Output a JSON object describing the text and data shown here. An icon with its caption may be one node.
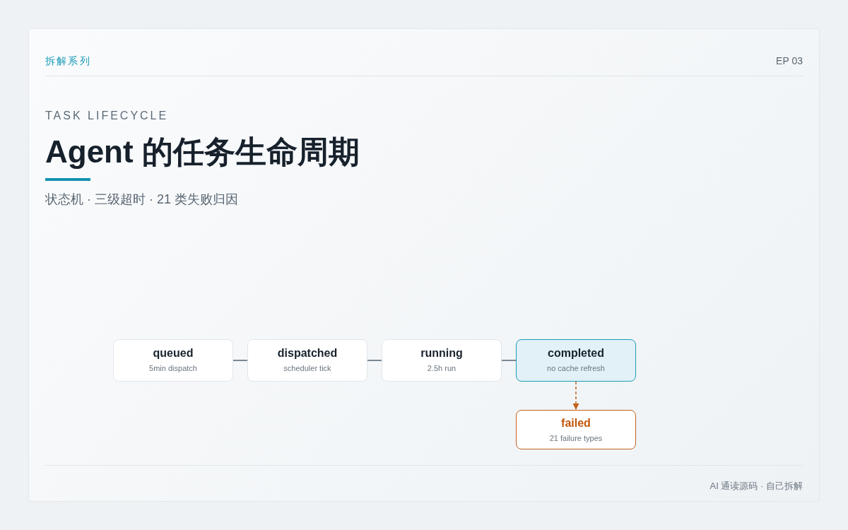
{
  "diagram": {
    "title": "Agent 的任务生命周期",
    "nodes": [
      {
        "text": [
          "queued",
          "5min dispatch"
        ]
      },
      {
        "text": [
          "dispatched",
          "scheduler tick"
        ]
      },
      {
        "text": [
          "running",
          "2.5h run"
        ]
      },
      {
        "text": [
          "completed",
          "no cache refresh"
        ]
      },
      {
        "text": [
          "failed",
          "21 failure types"
        ]
      }
    ],
    "edges": [
      {
        "from": 0,
        "to": 1,
        "arrow": "none"
      },
      {
        "from": 1,
        "to": 2,
        "arrow": "none"
      },
      {
        "from": 2,
        "to": 3,
        "arrow": "none"
      },
      {
        "from": 3,
        "to": 4,
        "arrow": "to",
        "style": "dashed",
        "color": "#c2621f"
      }
    ],
    "labels": [
      "拆解系列",
      "EP 03",
      "TASK LIFECYCLE",
      "状态机 · 三级超时 · 21 类失败归因",
      "AI 通读源码 · 自己拆解"
    ]
  }
}
